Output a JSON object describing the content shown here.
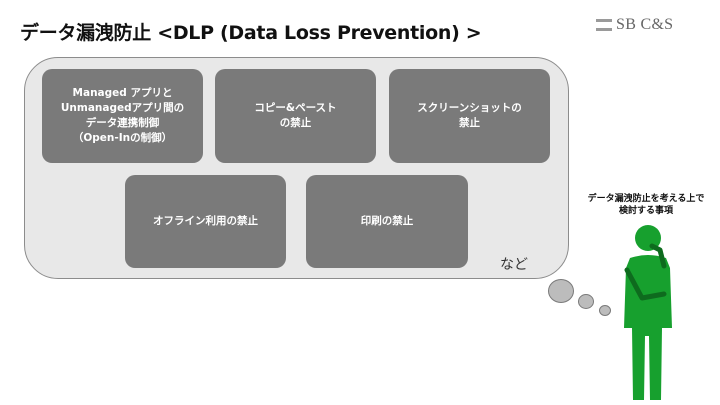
{
  "slide": {
    "title": "データ漏洩防止 <DLP (Data Loss Prevention) >",
    "logo_text": "SB C&S"
  },
  "measures": [
    {
      "label": "Managed アプリと\nUnmanagedアプリ間の\nデータ連携制御\n（Open-Inの制御）"
    },
    {
      "label": "コピー&ペースト\nの禁止"
    },
    {
      "label": "スクリーンショットの\n禁止"
    },
    {
      "label": "オフライン利用の禁止"
    },
    {
      "label": "印刷の禁止"
    }
  ],
  "etc_label": "など",
  "thinker": {
    "caption": "データ漏洩防止を考える上で\n検討する事項",
    "icon": "thinking-person-icon",
    "color": "#17a02e"
  },
  "colors": {
    "panel_bg": "#e8e8e8",
    "box_bg": "#7a7a7a",
    "accent": "#17a02e"
  }
}
